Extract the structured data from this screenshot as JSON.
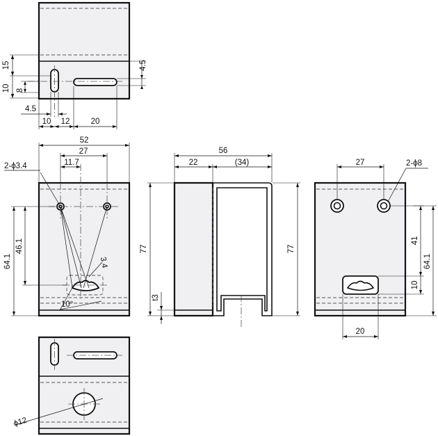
{
  "drawing": {
    "top_view": {
      "dims": {
        "d15": "15",
        "d10": "10",
        "d8": "8",
        "d4_5_left": "4.5",
        "d4_5_right": "4.5",
        "d10_bottom": "10",
        "d12": "12",
        "d20": "20"
      }
    },
    "front_view": {
      "dims": {
        "d52": "52",
        "d27": "27",
        "d11_7": "11.7",
        "hole_callout": "2-ϕ3.4",
        "d64_1": "64.1",
        "d46_1": "46.1",
        "d3_4": "3.4",
        "angle": "10°"
      }
    },
    "side_view": {
      "dims": {
        "d56": "56",
        "d22": "22",
        "d34": "(34)",
        "d77_left": "77",
        "d77_right": "77",
        "t3": "t3"
      }
    },
    "rear_view": {
      "dims": {
        "d27": "27",
        "hole_callout": "2-ϕ8",
        "d41": "41",
        "d64_1": "64.1",
        "d10": "10",
        "d20": "20"
      }
    },
    "bottom_view": {
      "dims": {
        "d12": "ϕ12"
      }
    },
    "colors": {
      "part_fill": "#f0f0f2",
      "line": "#111111",
      "hidden_line": "#555555"
    }
  }
}
